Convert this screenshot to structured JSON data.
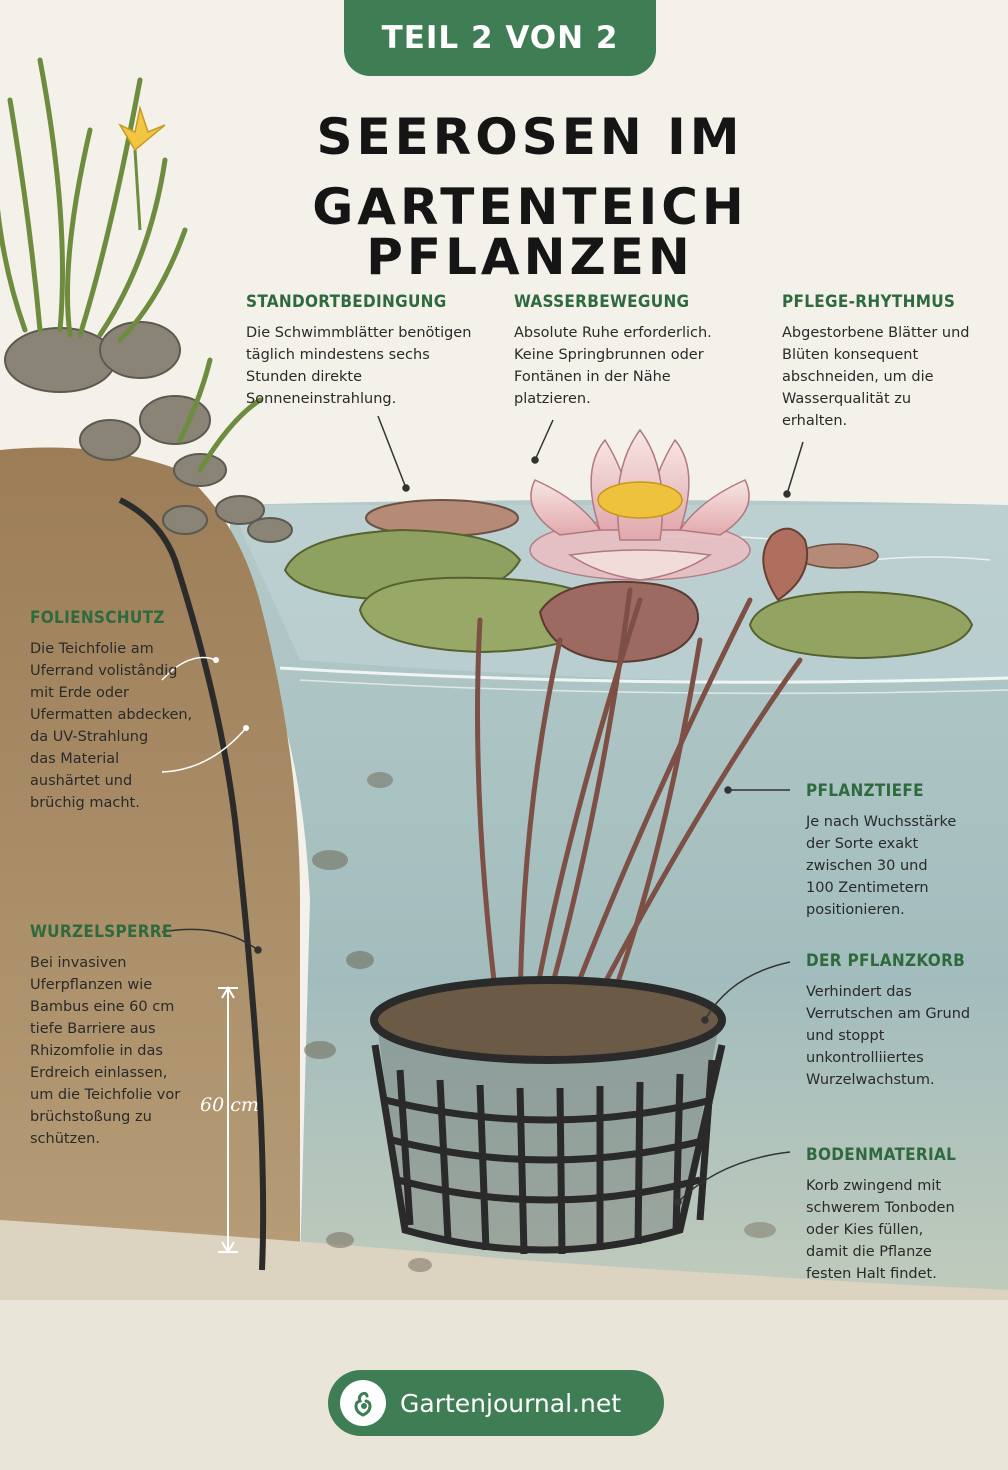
{
  "badge": "TEIL 2 VON 2",
  "title": {
    "line1": "SEEROSEN IM",
    "line2": "GARTENTEICH PFLANZEN"
  },
  "callouts": {
    "standort": {
      "heading": "STANDORTBEDINGUNG",
      "lines": [
        "Die Schwimmblätter benötigen",
        "täglich mindestens sechs",
        "Stunden direkte",
        "Sonneneinstrahlung."
      ]
    },
    "wasser": {
      "heading": "WASSERBEWEGUNG",
      "lines": [
        "Absolute Ruhe erforderlich.",
        "Keine Springbrunnen oder",
        "Fontänen in der Nähe",
        "platzieren."
      ]
    },
    "pflege": {
      "heading": "PFLEGE-RHYTHMUS",
      "lines": [
        "Abgestorbene Blätter und",
        "Blüten konsequent",
        "abschneiden, um die",
        "Wasserqualität zu",
        "erhalten."
      ]
    },
    "folie": {
      "heading": "FOLIENSCHUTZ",
      "lines": [
        "Die Teichfolie am",
        "Uferrand volistândig",
        "mit Erde oder",
        "Ufermatten abdecken,",
        "da UV-Strahlung",
        "das Material",
        "aushärtet und",
        "brüchig macht."
      ]
    },
    "wurzel": {
      "heading": "WURZELSPERRE",
      "lines": [
        "Bei invasiven",
        "Uferpflanzen wie",
        "Bambus eine 60 cm",
        "tiefe Barriere aus",
        "Rhizomfolie in das",
        "Erdreich einlassen,",
        "um die Teichfolie vor",
        "brüchstoßung zu",
        "schützen."
      ]
    },
    "tiefe": {
      "heading": "PFLANZTIEFE",
      "lines": [
        "Je nach Wuchsstärke",
        "der Sorte exakt",
        "zwischen 30 und",
        "100 Zentimetern",
        "positionieren."
      ]
    },
    "korb": {
      "heading": "DER PFLANZKORB",
      "lines": [
        "Verhindert das",
        "Verrutschen am Grund",
        "und stoppt",
        "unkontrolliiertes",
        "Wurzelwachstum."
      ]
    },
    "boden": {
      "heading": "BODENMATERIAL",
      "lines": [
        "Korb zwingend mit",
        "schwerem Tonboden",
        "oder Kies füllen,",
        "damit die Pflanze",
        "festen Halt findet."
      ]
    }
  },
  "measure_label": "60 cm",
  "brand": {
    "name": "Gartenjournal.net",
    "logo_icon": "plant-logo-icon"
  },
  "colors": {
    "brand_green": "#3f7d55",
    "heading_green": "#2f6a3f",
    "water": "#8fb0b4",
    "soil": "#a98c67",
    "background": "#f4f1ea"
  }
}
